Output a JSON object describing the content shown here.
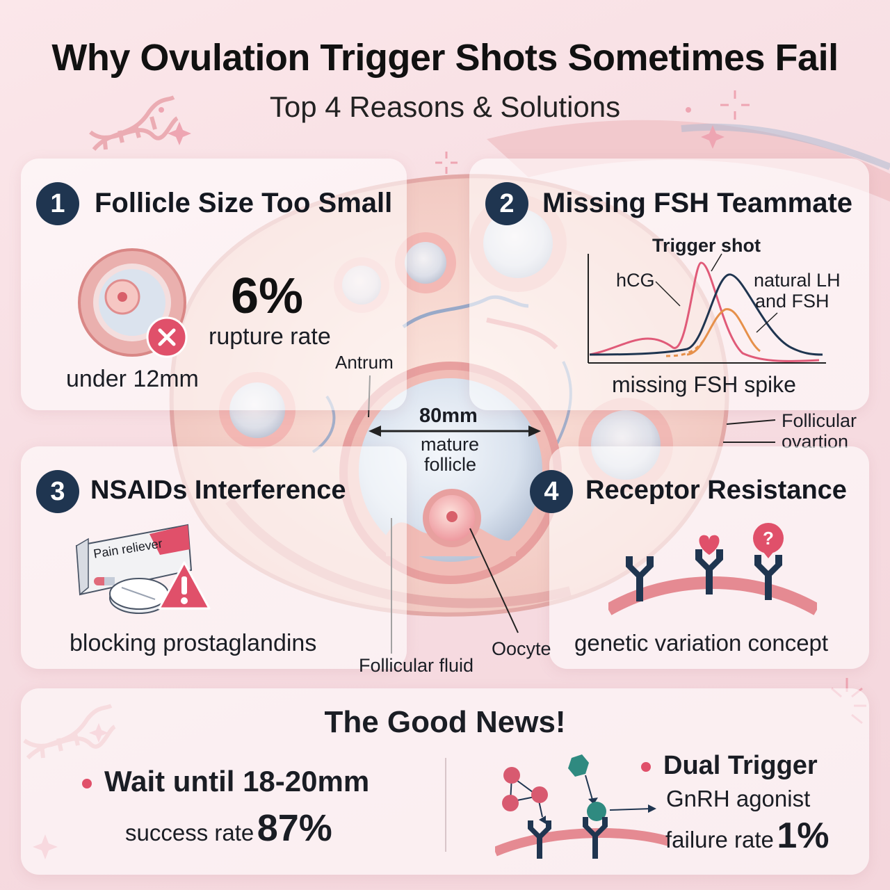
{
  "header": {
    "title": "Why Ovulation Trigger Shots Sometimes Fail",
    "subtitle": "Top 4 Reasons & Solutions"
  },
  "reasons": [
    {
      "number": "1",
      "title": "Follicle Size Too Small",
      "stat": "6%",
      "stat_label": "rupture rate",
      "caption": "under 12mm"
    },
    {
      "number": "2",
      "title": "Missing FSH Teammate",
      "chart": {
        "trigger_label": "Trigger shot",
        "hcg_label": "hCG",
        "natural_label_1": "natural LH",
        "natural_label_2": "and FSH",
        "caption": "missing FSH spike"
      }
    },
    {
      "number": "3",
      "title": "NSAIDs Interference",
      "box_label": "Pain reliever",
      "caption": "blocking prostaglandins"
    },
    {
      "number": "4",
      "title": "Receptor Resistance",
      "caption": "genetic variation concept"
    }
  ],
  "center_diagram": {
    "antrum": "Antrum",
    "size": "80mm",
    "size_label_1": "mature",
    "size_label_2": "follicle",
    "follicular_1": "Follicular",
    "follicular_2": "ovartion",
    "oocyte": "Oocyte",
    "fluid": "Follicular fluid"
  },
  "good_news": {
    "title": "The Good News!",
    "left": {
      "heading": "Wait until 18-20mm",
      "rate_label": "success rate",
      "rate": "87%"
    },
    "right": {
      "heading": "Dual Trigger",
      "sub": "GnRH agonist",
      "rate_label": "failure rate",
      "rate": "1%"
    }
  },
  "colors": {
    "navy": "#1f3550",
    "accent_pink": "#e0506a",
    "hcg_curve": "#e05a78",
    "natural_curve": "#1f3550",
    "fsh_curve": "#e6904a"
  },
  "icons": [
    "dna-icon",
    "sparkle-icon",
    "follicle-icon",
    "close-icon",
    "pill-box-icon",
    "warning-icon",
    "receptor-icon",
    "question-icon",
    "molecule-icon"
  ]
}
